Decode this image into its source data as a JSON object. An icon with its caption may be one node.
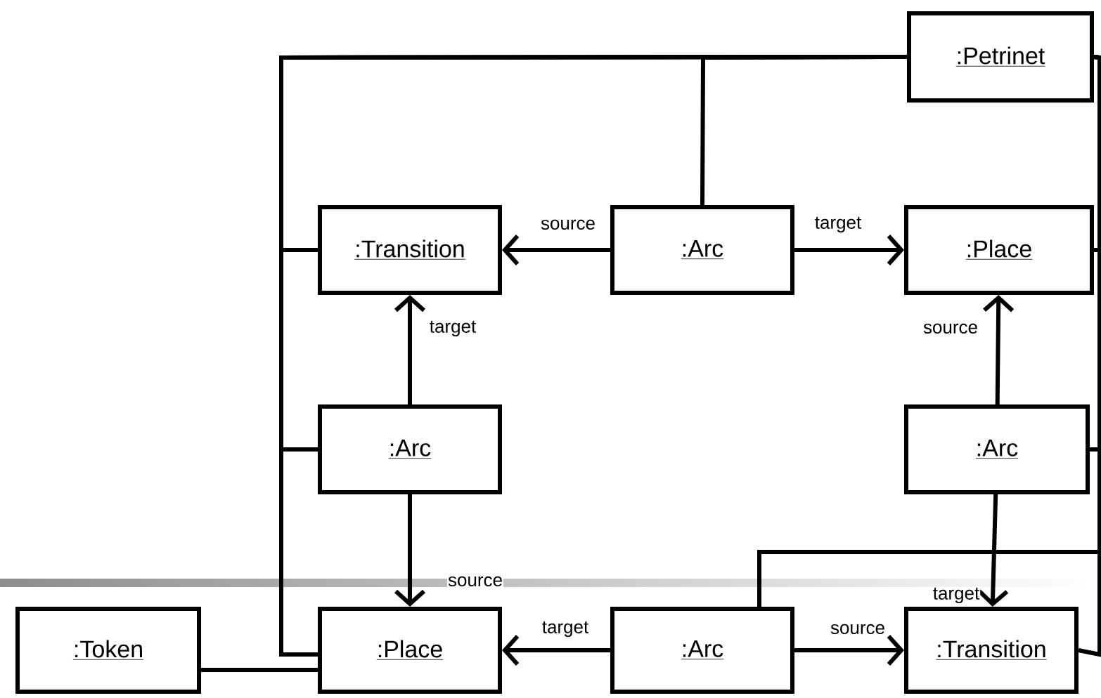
{
  "diagram": {
    "nodes": [
      {
        "text": [
          ":Petrinet"
        ]
      },
      {
        "text": [
          ":Transition"
        ]
      },
      {
        "text": [
          ":Arc"
        ]
      },
      {
        "text": [
          ":Place"
        ]
      },
      {
        "text": [
          ":Arc"
        ]
      },
      {
        "text": [
          ":Arc"
        ]
      },
      {
        "text": [
          ":Token"
        ]
      },
      {
        "text": [
          ":Place"
        ]
      },
      {
        "text": [
          ":Arc"
        ]
      },
      {
        "text": [
          ":Transition"
        ]
      }
    ],
    "edges": [
      {
        "from": 2,
        "to": 1,
        "arrow": "to",
        "label": "source"
      },
      {
        "from": 2,
        "to": 3,
        "arrow": "to",
        "label": "target"
      },
      {
        "from": 4,
        "to": 1,
        "arrow": "to",
        "label": "target"
      },
      {
        "from": 4,
        "to": 7,
        "arrow": "to",
        "label": "source"
      },
      {
        "from": 5,
        "to": 3,
        "arrow": "to",
        "label": "source"
      },
      {
        "from": 5,
        "to": 9,
        "arrow": "to",
        "label": "target"
      },
      {
        "from": 8,
        "to": 7,
        "arrow": "to",
        "label": "target"
      },
      {
        "from": 8,
        "to": 9,
        "arrow": "to",
        "label": "source"
      },
      {
        "from": 0,
        "to": 1,
        "arrow": "none"
      },
      {
        "from": 0,
        "to": 2,
        "arrow": "none"
      },
      {
        "from": 0,
        "to": 4,
        "arrow": "none"
      },
      {
        "from": 0,
        "to": 7,
        "arrow": "none"
      },
      {
        "from": 0,
        "to": 3,
        "arrow": "none"
      },
      {
        "from": 0,
        "to": 5,
        "arrow": "none"
      },
      {
        "from": 0,
        "to": 9,
        "arrow": "none"
      },
      {
        "from": 0,
        "to": 8,
        "arrow": "none"
      },
      {
        "from": 6,
        "to": 7,
        "arrow": "none"
      }
    ]
  }
}
